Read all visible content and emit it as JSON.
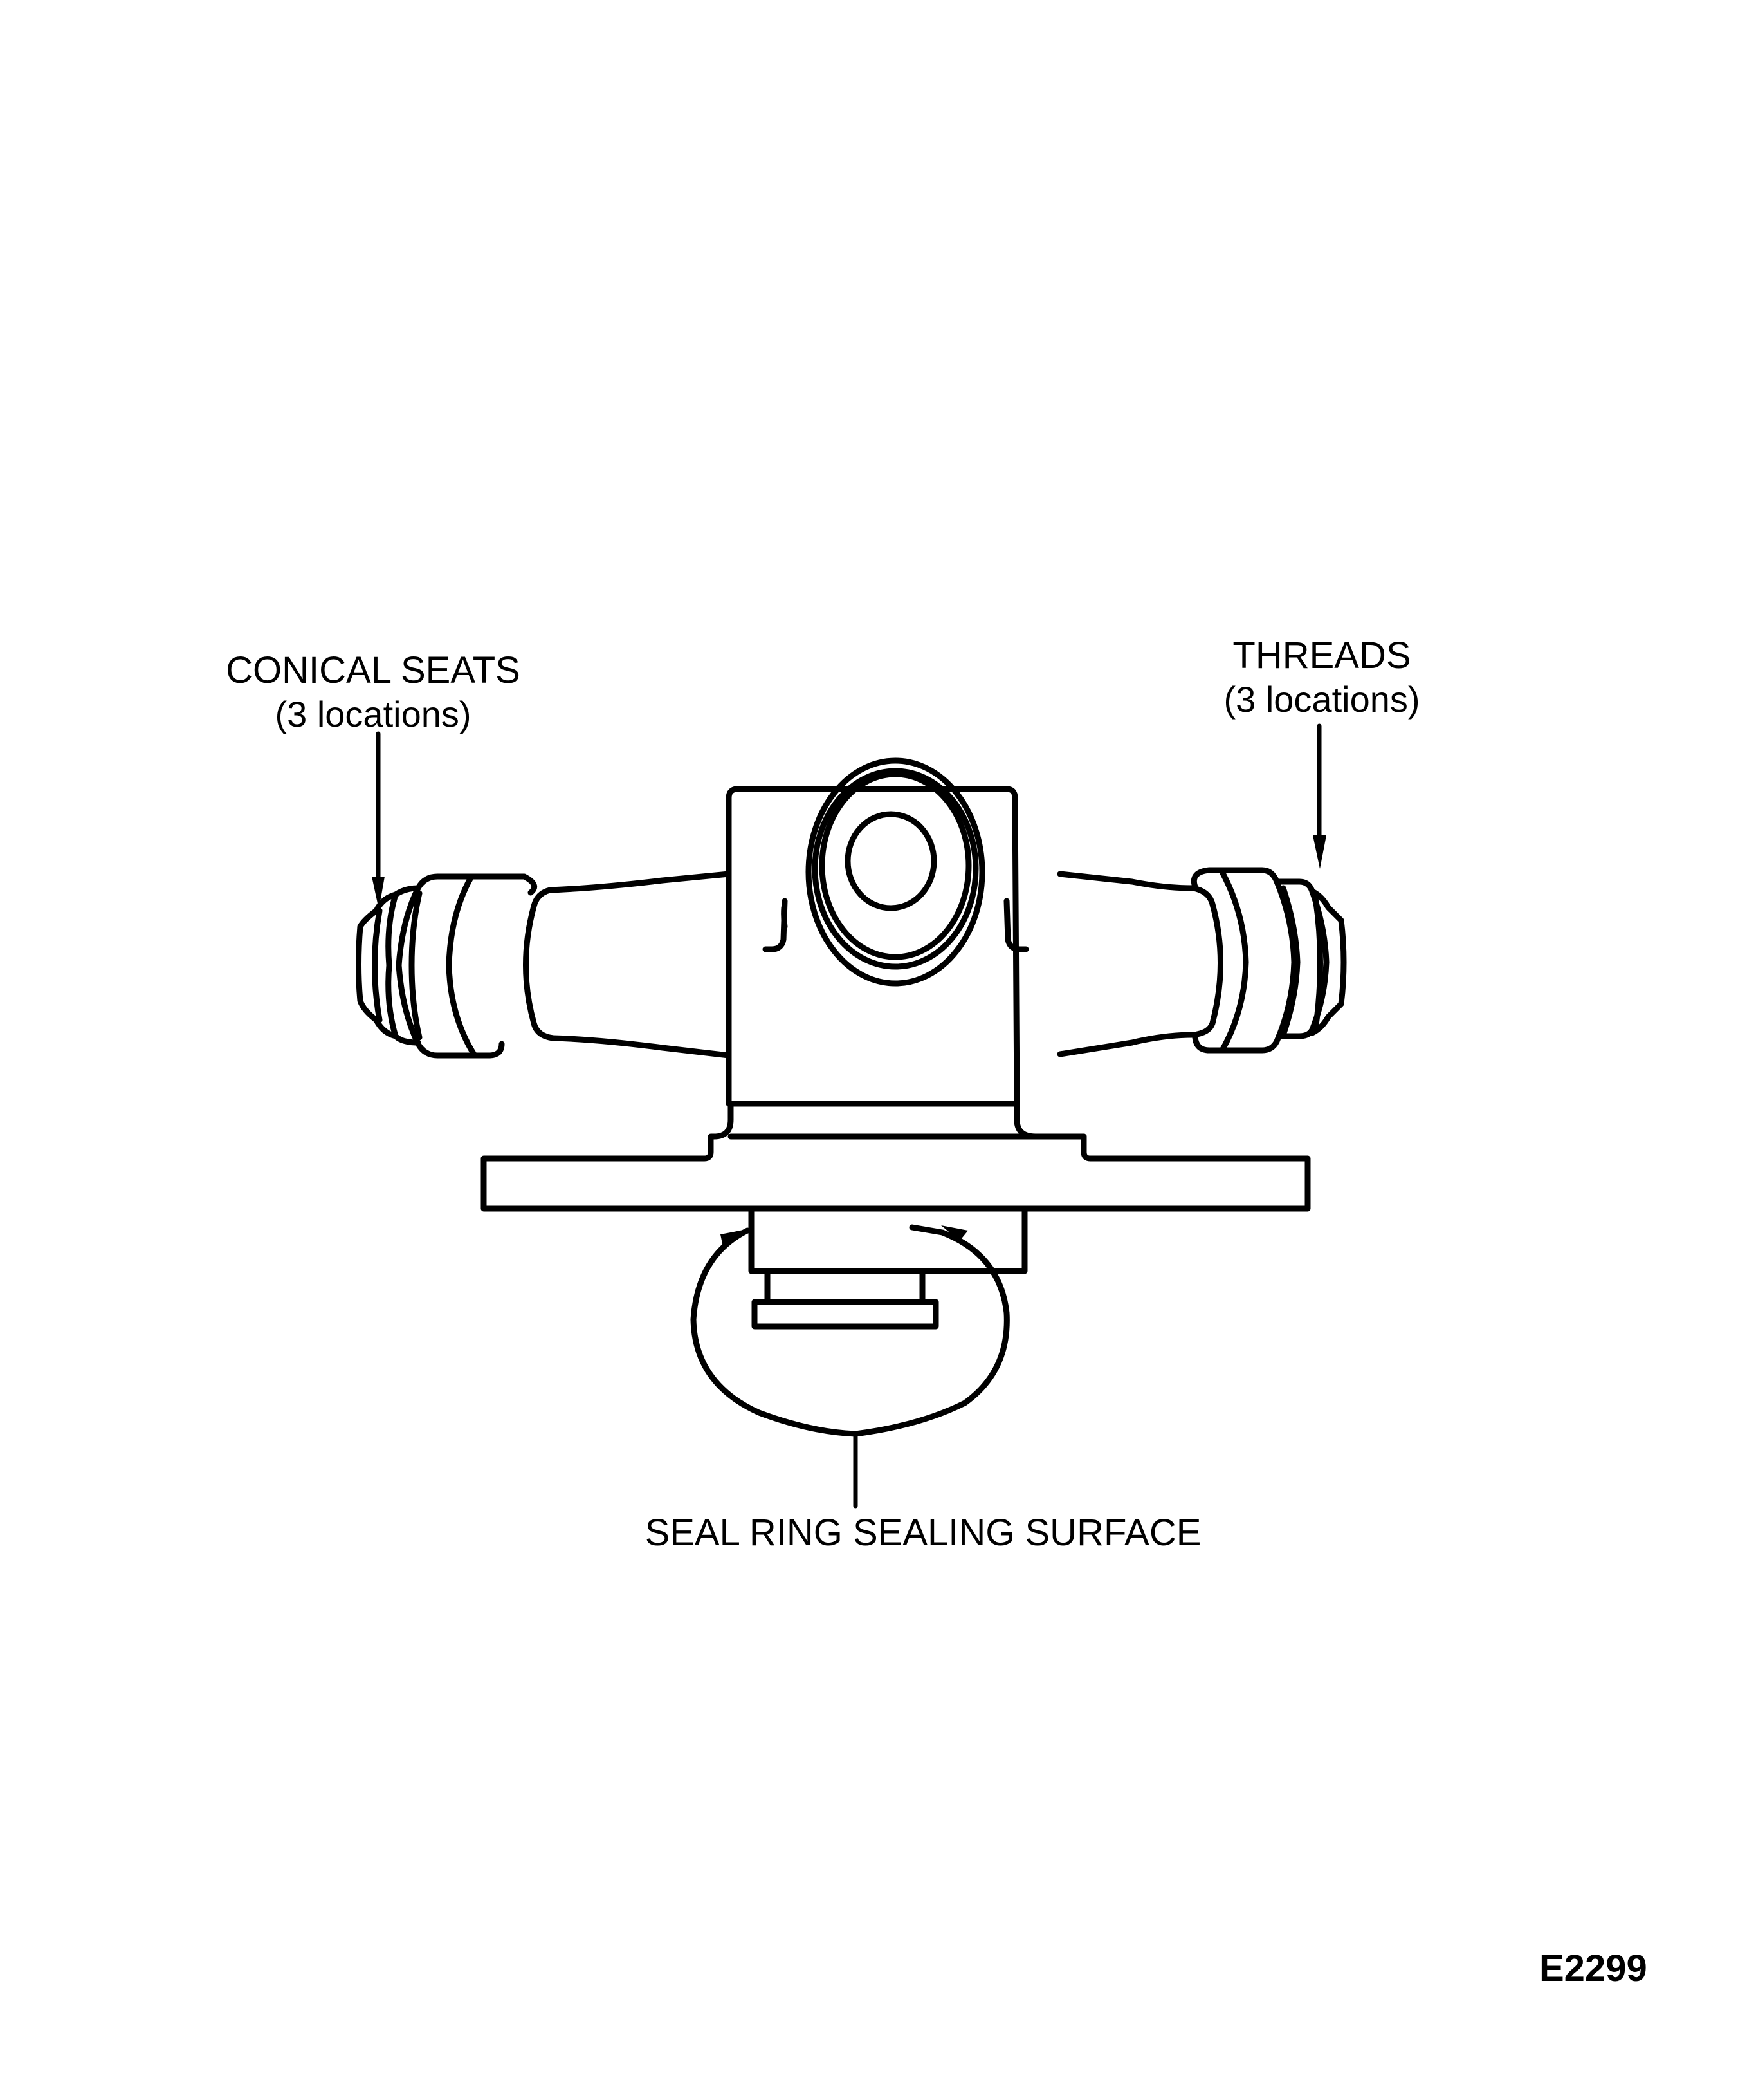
{
  "figure": {
    "id_label": "E2299",
    "callouts": {
      "conical_seats": {
        "title": "CONICAL SEATS",
        "subtitle": "(3 locations)"
      },
      "threads": {
        "title": "THREADS",
        "subtitle": "(3 locations)"
      },
      "seal_ring": {
        "title": "SEAL RING SEALING SURFACE"
      }
    },
    "colors": {
      "line": "#000000",
      "background": "#ffffff"
    }
  }
}
